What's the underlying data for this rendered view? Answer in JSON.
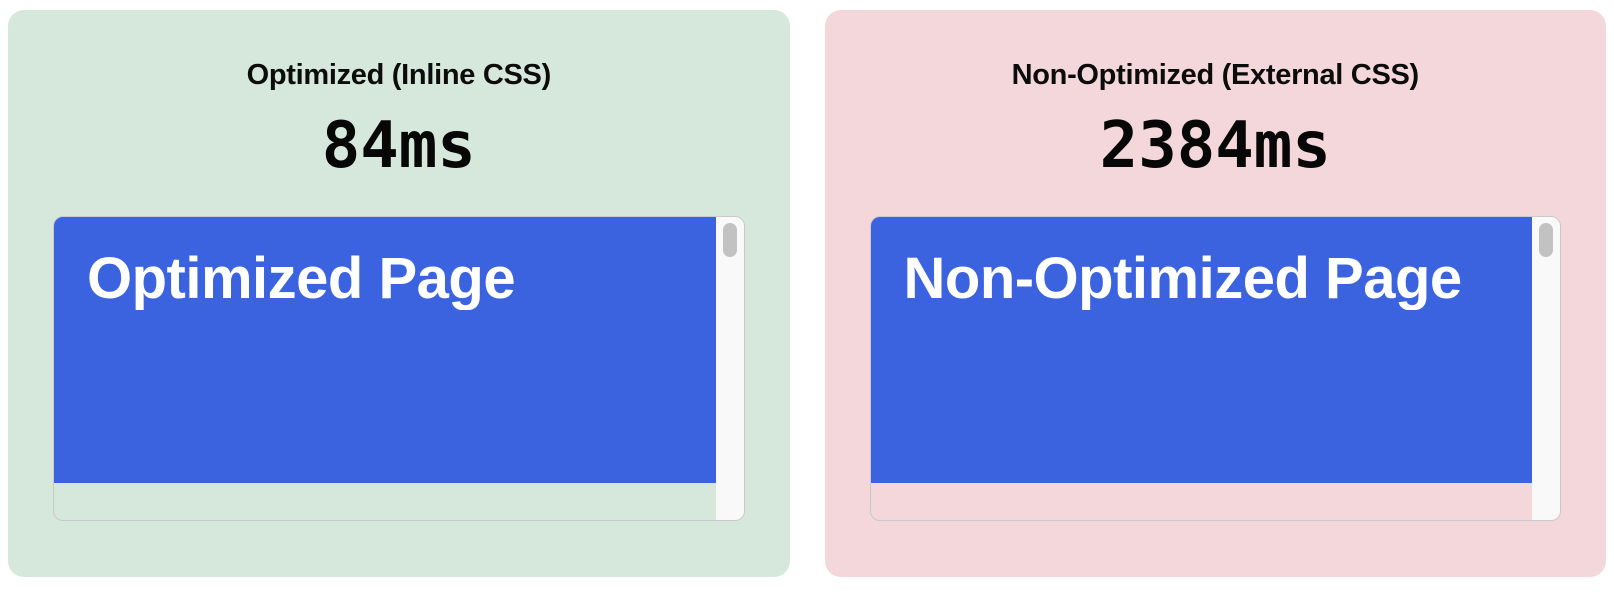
{
  "colors": {
    "page_background": "#ffffff",
    "optimized_panel_bg": "#d6e8db",
    "non_optimized_panel_bg": "#f4d7db",
    "hero_blue": "#3b63e0",
    "hero_heading_text": "#ffffff",
    "title_text": "#0c0c0c",
    "frame_border": "#c9c9c9",
    "scrollbar_track": "#f8f9f8",
    "scrollbar_thumb": "#c2c2c2"
  },
  "panels": [
    {
      "title": "Optimized (Inline CSS)",
      "load_time": "84ms",
      "frame_heading": "Optimized Page",
      "panel_bg": "#d6e8db"
    },
    {
      "title": "Non-Optimized (External CSS)",
      "load_time": "2384ms",
      "frame_heading": "Non-Optimized Page",
      "panel_bg": "#f4d7db"
    }
  ]
}
